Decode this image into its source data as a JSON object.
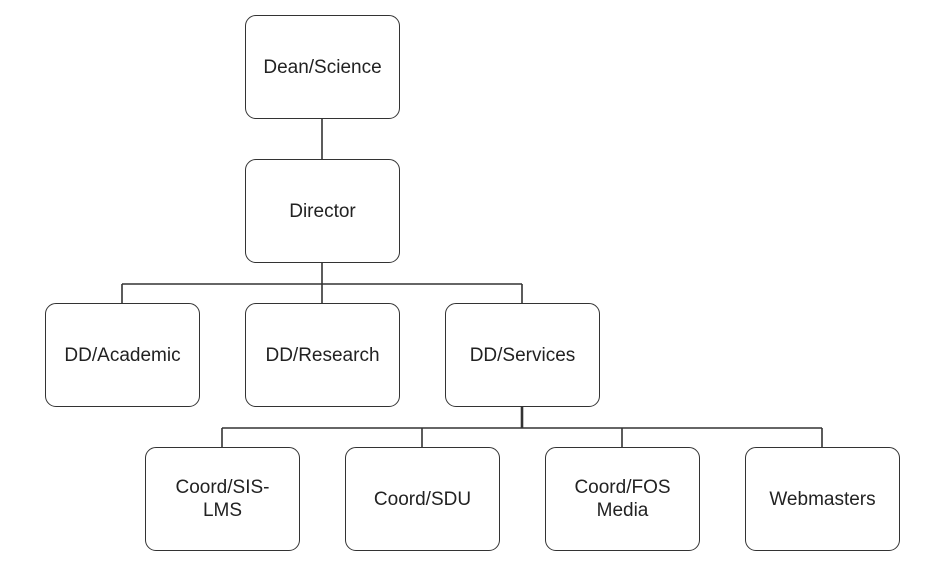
{
  "nodes": {
    "dean": "Dean/Science",
    "director": "Director",
    "dd_academic": "DD/Academic",
    "dd_research": "DD/Research",
    "dd_services": "DD/Services",
    "coord_sis_lms": "Coord/SIS-\nLMS",
    "coord_sdu": "Coord/SDU",
    "coord_fos_media": "Coord/FOS\nMedia",
    "webmasters": "Webmasters"
  },
  "colors": {
    "border": "#333333",
    "text": "#222222",
    "background": "#ffffff"
  }
}
